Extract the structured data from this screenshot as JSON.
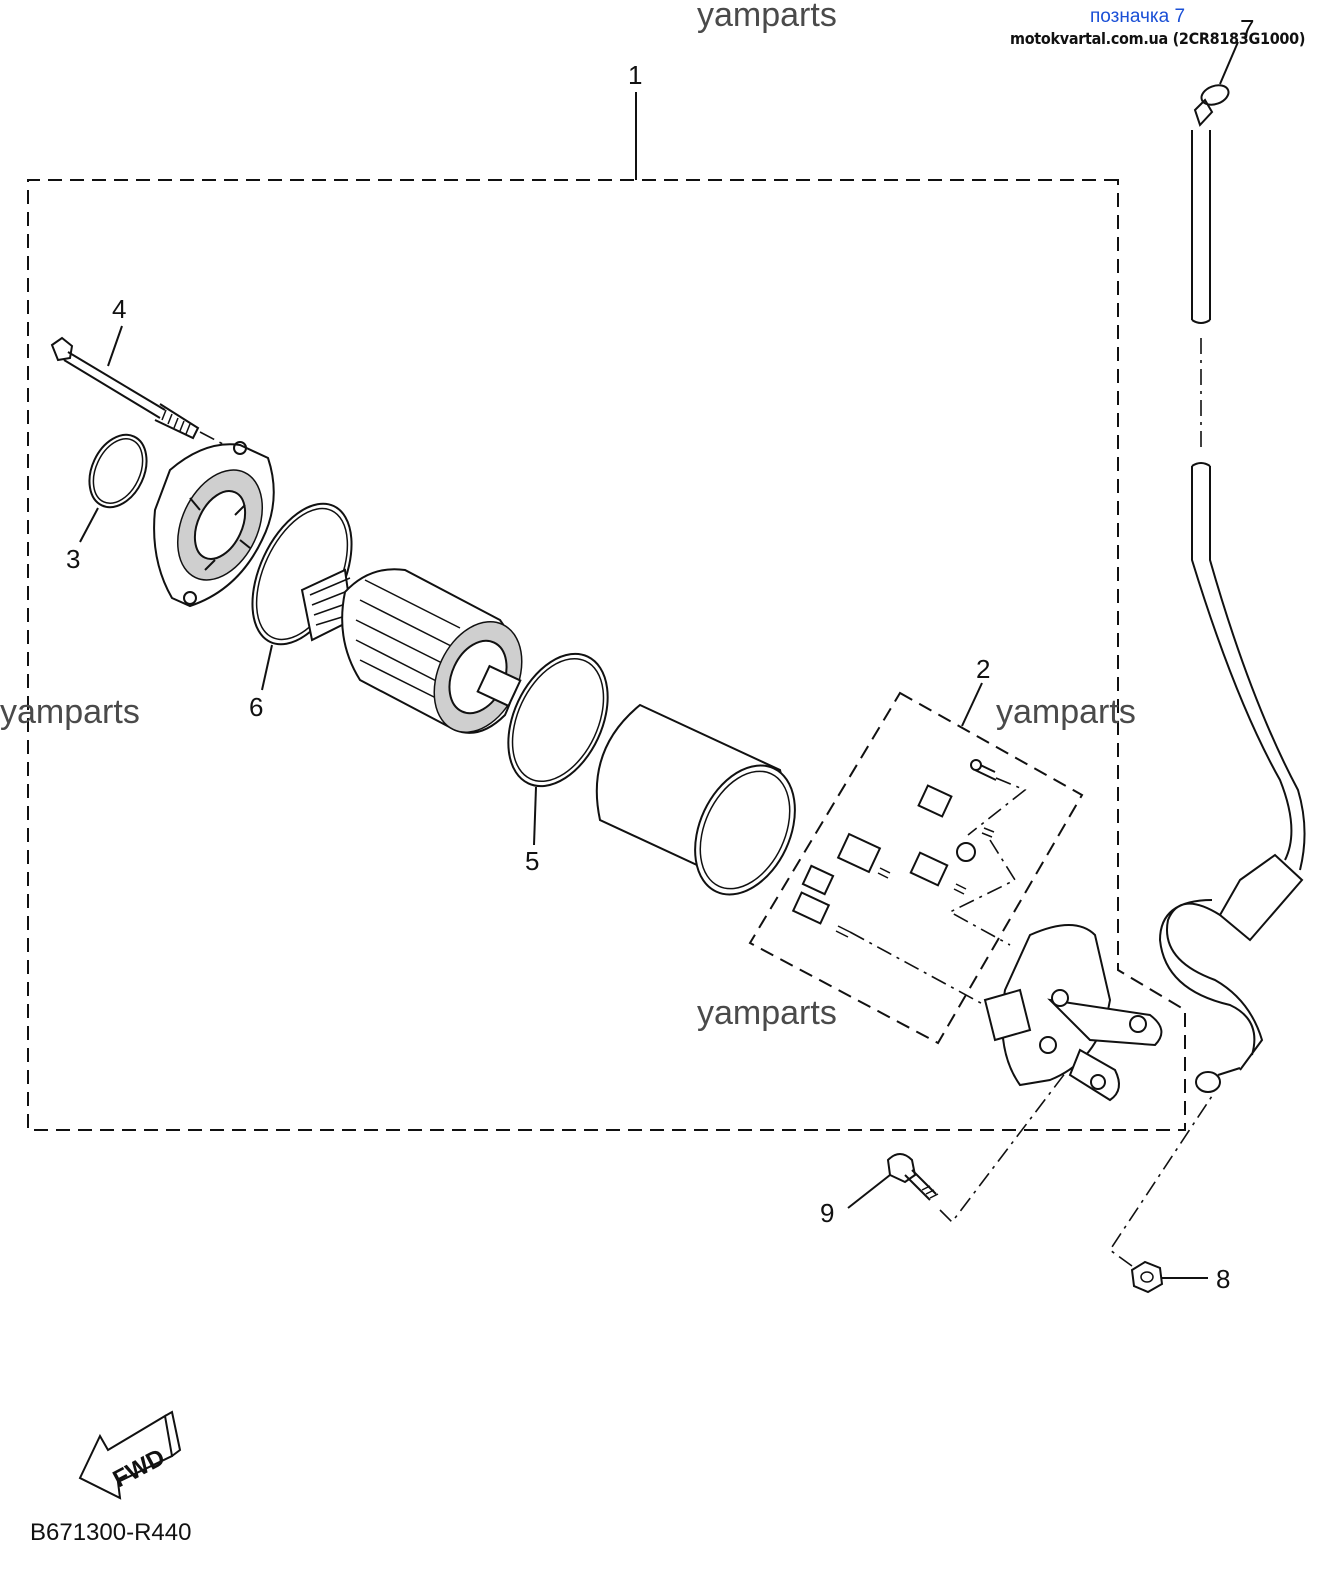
{
  "watermarks": [
    "yamparts",
    "yamparts",
    "yamparts",
    "yamparts"
  ],
  "page_tag": {
    "label": "позначка 7",
    "source": "motokvartal.com.ua (2CR8183G1000)"
  },
  "callouts": [
    "1",
    "2",
    "3",
    "4",
    "5",
    "6",
    "7",
    "8",
    "9"
  ],
  "fwd_label": "FWD",
  "diagram_ref": "B671300-R440"
}
